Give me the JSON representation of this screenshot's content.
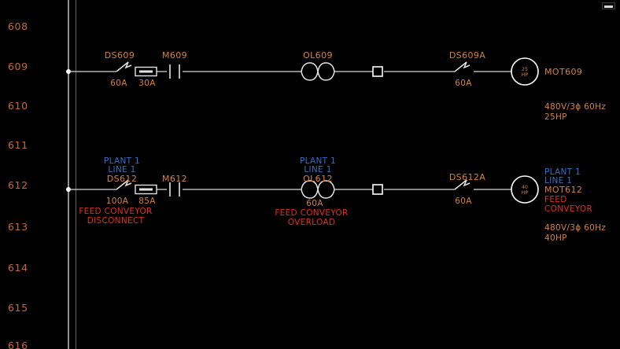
{
  "window": {
    "minimize_label": "",
    "background_color": "#000000"
  },
  "colors": {
    "wire": "#d8d8d8",
    "rail_bright": "#cfcfcf",
    "rail_dim": "#6e6e6e",
    "rung_number": "#c46a3a",
    "tag_orange": "#d4823c",
    "tag_red": "#e03020",
    "tag_blue": "#2f6fd0",
    "tag_blue_dim": "#3d6fb8",
    "symbol": "#e4e4e4"
  },
  "ladder": {
    "rung_numbers": [
      "608",
      "609",
      "610",
      "611",
      "612",
      "613",
      "614",
      "615",
      "616"
    ]
  },
  "rungs": [
    {
      "id": "rung-609",
      "number": "609",
      "components": [
        {
          "name": "disconnect-switch-ds609",
          "type": "disconnect-switch",
          "label_above": "DS609",
          "label_below": "60A"
        },
        {
          "name": "fuse-ds609",
          "type": "fuse",
          "label_above": "",
          "label_below": "30A"
        },
        {
          "name": "contact-m609",
          "type": "no-contact",
          "label_above": "M609",
          "label_below": ""
        },
        {
          "name": "overload-ol609",
          "type": "overload-relay",
          "label_above": "OL609",
          "label_below": ""
        },
        {
          "name": "terminal-block-609",
          "type": "terminal",
          "label_above": "",
          "label_below": ""
        },
        {
          "name": "disconnect-switch-ds609a",
          "type": "disconnect-switch",
          "label_above": "DS609A",
          "label_below": "60A"
        },
        {
          "name": "motor-mot609",
          "type": "motor",
          "inner_line_1": "25",
          "inner_line_2": "HP",
          "label_right": "MOT609"
        }
      ],
      "spec": {
        "line_1": "480V/3ϕ 60Hz",
        "line_2": "25HP"
      }
    },
    {
      "id": "rung-612",
      "number": "612",
      "components": [
        {
          "name": "disconnect-switch-ds612",
          "type": "disconnect-switch",
          "label_above_1": "PLANT 1",
          "label_above_2": "LINE 1",
          "label_above_3": "DS612",
          "label_below": "100A",
          "desc_1": "FEED CONVEYOR",
          "desc_2": "DISCONNECT"
        },
        {
          "name": "fuse-ds612",
          "type": "fuse",
          "label_below": "85A"
        },
        {
          "name": "contact-m612",
          "type": "no-contact",
          "label_above": "M612"
        },
        {
          "name": "overload-ol612",
          "type": "overload-relay",
          "label_above_1": "PLANT 1",
          "label_above_2": "LINE 1",
          "label_above_3": "OL612",
          "label_below": "60A",
          "desc_1": "FEED CONVEYOR",
          "desc_2": "OVERLOAD"
        },
        {
          "name": "terminal-block-612",
          "type": "terminal"
        },
        {
          "name": "disconnect-switch-ds612a",
          "type": "disconnect-switch",
          "label_above": "DS612A",
          "label_below": "60A"
        },
        {
          "name": "motor-mot612",
          "type": "motor",
          "inner_line_1": "40",
          "inner_line_2": "HP",
          "label_right_1": "PLANT 1",
          "label_right_2": "LINE 1",
          "label_right_3": "MOT612",
          "label_right_4": "FEED",
          "label_right_5": "CONVEYOR"
        }
      ],
      "spec": {
        "line_1": "480V/3ϕ 60Hz",
        "line_2": "40HP"
      }
    }
  ]
}
